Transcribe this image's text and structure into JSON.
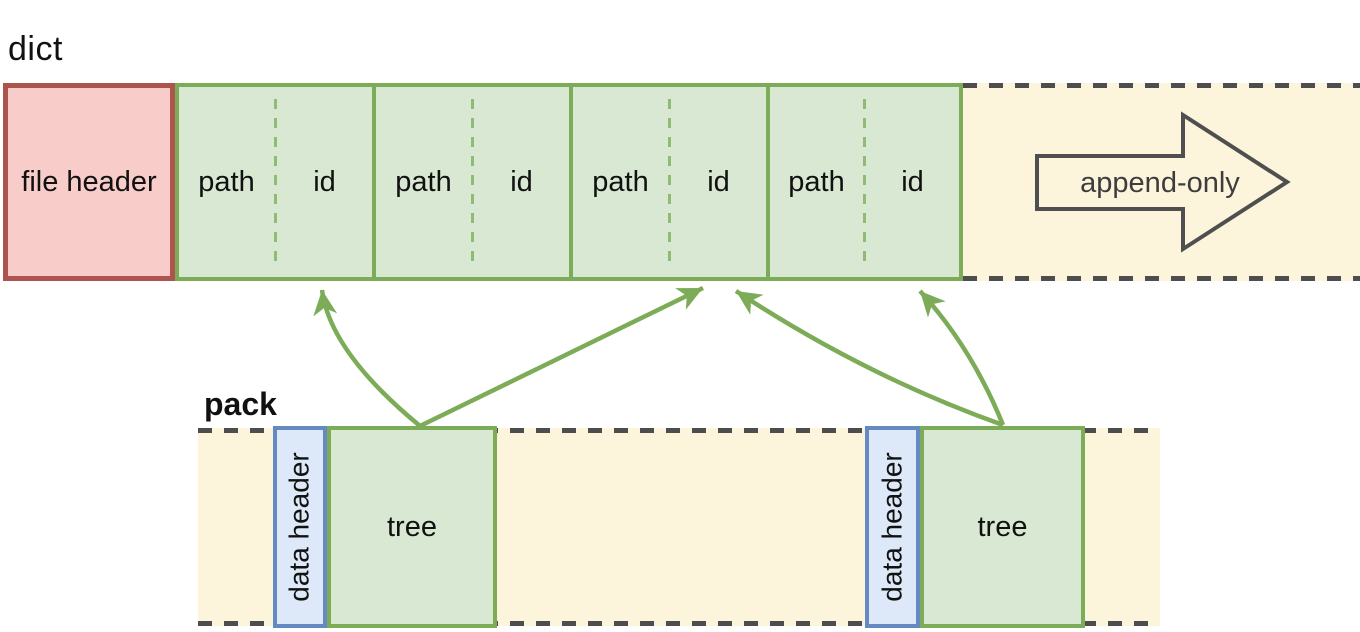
{
  "dict": {
    "label": "dict",
    "file_header": "file header",
    "entries": [
      {
        "path": "path",
        "id": "id"
      },
      {
        "path": "path",
        "id": "id"
      },
      {
        "path": "path",
        "id": "id"
      },
      {
        "path": "path",
        "id": "id"
      }
    ],
    "append_label": "append-only"
  },
  "pack": {
    "label": "pack",
    "groups": [
      {
        "header": "data header",
        "tree": "tree"
      },
      {
        "header": "data header",
        "tree": "tree"
      }
    ]
  },
  "colors": {
    "file_header_fill": "#f8ccc9",
    "file_header_border": "#ae544e",
    "green_fill": "#d9e8d2",
    "green_border": "#7dac58",
    "green_dash_divider": "#8fbb72",
    "cream_fill": "#fcf5dc",
    "dash_gray": "#4d4d4d",
    "blue_fill": "#dde8f8",
    "blue_border": "#6589c1",
    "arrow_green": "#7dac58",
    "block_arrow_outline": "#4f4f4f",
    "text": "#111111"
  }
}
